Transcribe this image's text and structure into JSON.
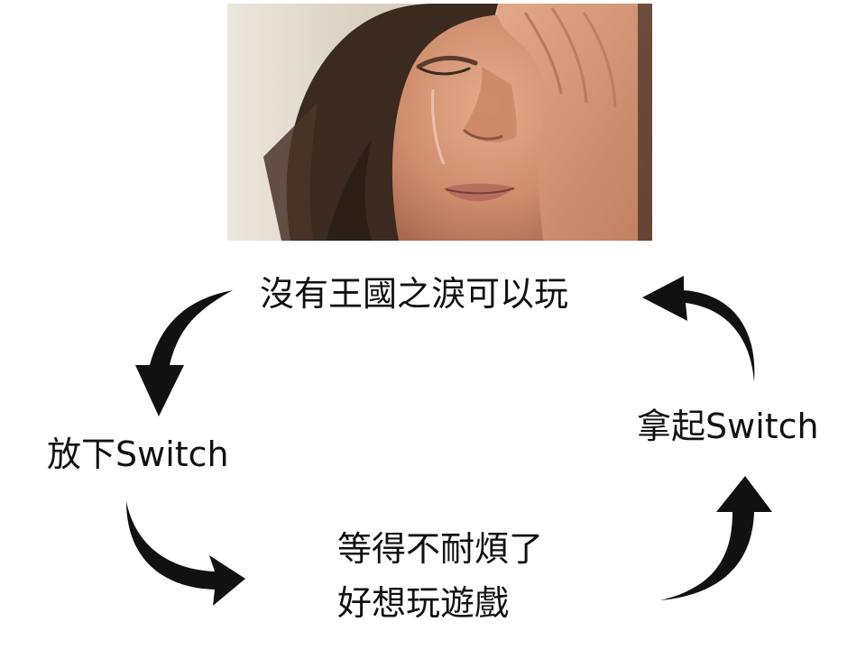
{
  "image": {
    "description_icon": "crying-woman-photo"
  },
  "cycle": {
    "top_label": "沒有王國之淚可以玩",
    "left_label": "放下Switch",
    "bottom_label_line1": "等得不耐煩了",
    "bottom_label_line2": "好想玩遊戲",
    "right_label": "拿起Switch"
  },
  "colors": {
    "text": "#111111",
    "arrow": "#111111",
    "background": "#ffffff"
  }
}
